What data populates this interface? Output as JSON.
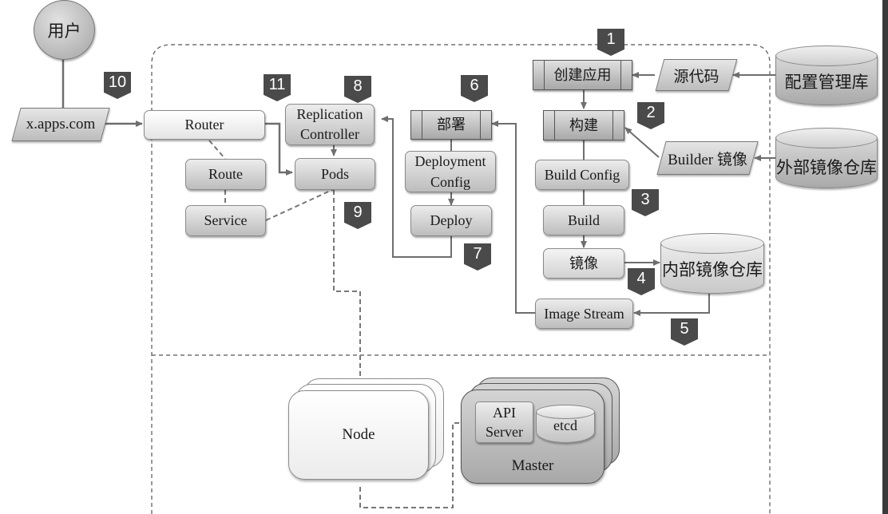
{
  "diagram": {
    "user": {
      "label": "用户"
    },
    "domain_entry": {
      "label": "x.apps.com"
    },
    "router": {
      "label": "Router"
    },
    "route": {
      "label": "Route"
    },
    "service": {
      "label": "Service"
    },
    "replication_controller": {
      "label_line1": "Replication",
      "label_line2": "Controller"
    },
    "pods": {
      "label": "Pods"
    },
    "deploy_process": {
      "label": "部署"
    },
    "deployment_config": {
      "label_line1": "Deployment",
      "label_line2": "Config"
    },
    "deploy": {
      "label": "Deploy"
    },
    "create_app": {
      "label": "创建应用"
    },
    "source_code": {
      "label": "源代码"
    },
    "config_repo": {
      "label": "配置管理库"
    },
    "build_process": {
      "label": "构建"
    },
    "builder_image": {
      "label": "Builder 镜像"
    },
    "external_registry": {
      "label": "外部镜像仓库"
    },
    "build_config": {
      "label": "Build Config"
    },
    "build": {
      "label": "Build"
    },
    "image": {
      "label": "镜像"
    },
    "internal_registry": {
      "label": "内部镜像仓库"
    },
    "image_stream": {
      "label": "Image Stream"
    },
    "node": {
      "label": "Node"
    },
    "master": {
      "label": "Master"
    },
    "api_server": {
      "label_line1": "API",
      "label_line2": "Server"
    },
    "etcd": {
      "label": "etcd"
    },
    "steps": [
      "1",
      "2",
      "3",
      "4",
      "5",
      "6",
      "7",
      "8",
      "9",
      "10",
      "11"
    ]
  },
  "colors": {
    "badge": "#4a4a4a",
    "connector": "#6e6e6e",
    "dashed_border": "#555555"
  }
}
